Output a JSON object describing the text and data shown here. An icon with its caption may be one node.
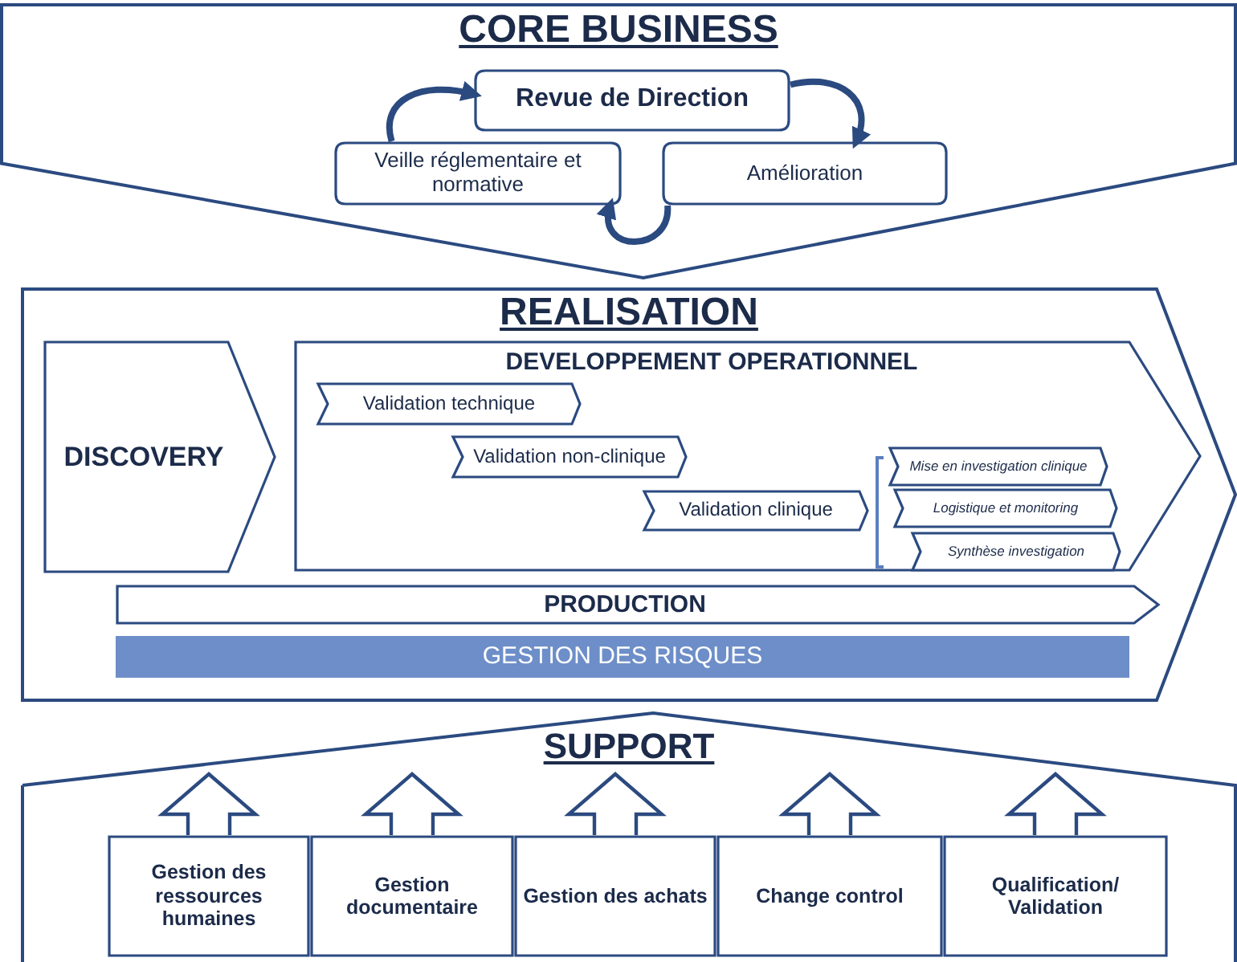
{
  "diagram": {
    "nodes": [
      {
        "text": [
          "CORE BUSINESS"
        ]
      },
      {
        "text": [
          "Revue de Direction"
        ],
        "in": 0
      },
      {
        "text": [
          "Veille réglementaire et normative"
        ],
        "in": 0
      },
      {
        "text": [
          "Amélioration"
        ],
        "in": 0
      },
      {
        "text": [
          "REALISATION"
        ]
      },
      {
        "text": [
          "DISCOVERY"
        ],
        "in": 4
      },
      {
        "text": [
          "DEVELOPPEMENT OPERATIONNEL"
        ],
        "in": 4
      },
      {
        "text": [
          "Validation technique"
        ],
        "in": 6
      },
      {
        "text": [
          "Validation non-clinique"
        ],
        "in": 6
      },
      {
        "text": [
          "Validation clinique"
        ],
        "in": 6
      },
      {
        "text": [
          "Mise en investigation clinique"
        ],
        "in": 6
      },
      {
        "text": [
          "Logistique et monitoring"
        ],
        "in": 6
      },
      {
        "text": [
          "Synthèse investigation"
        ],
        "in": 6
      },
      {
        "text": [
          "PRODUCTION"
        ],
        "in": 4
      },
      {
        "text": [
          "GESTION DES RISQUES"
        ],
        "in": 4
      },
      {
        "text": [
          "SUPPORT"
        ]
      },
      {
        "text": [
          "Gestion des ressources humaines"
        ],
        "in": 15
      },
      {
        "text": [
          "Gestion documentaire"
        ],
        "in": 15
      },
      {
        "text": [
          "Gestion des achats"
        ],
        "in": 15
      },
      {
        "text": [
          "Change control"
        ],
        "in": 15
      },
      {
        "text": [
          "Qualification/ Validation"
        ],
        "in": 15
      }
    ],
    "edges": [
      {
        "from": 2,
        "to": 1,
        "arrow": "to"
      },
      {
        "from": 1,
        "to": 3,
        "arrow": "to"
      },
      {
        "from": 3,
        "to": 2,
        "arrow": "to"
      },
      {
        "from": 16,
        "to": null,
        "arrow": "to"
      },
      {
        "from": 17,
        "to": null,
        "arrow": "to"
      },
      {
        "from": 18,
        "to": null,
        "arrow": "to"
      },
      {
        "from": 19,
        "to": null,
        "arrow": "to"
      },
      {
        "from": 20,
        "to": null,
        "arrow": "to"
      }
    ]
  }
}
